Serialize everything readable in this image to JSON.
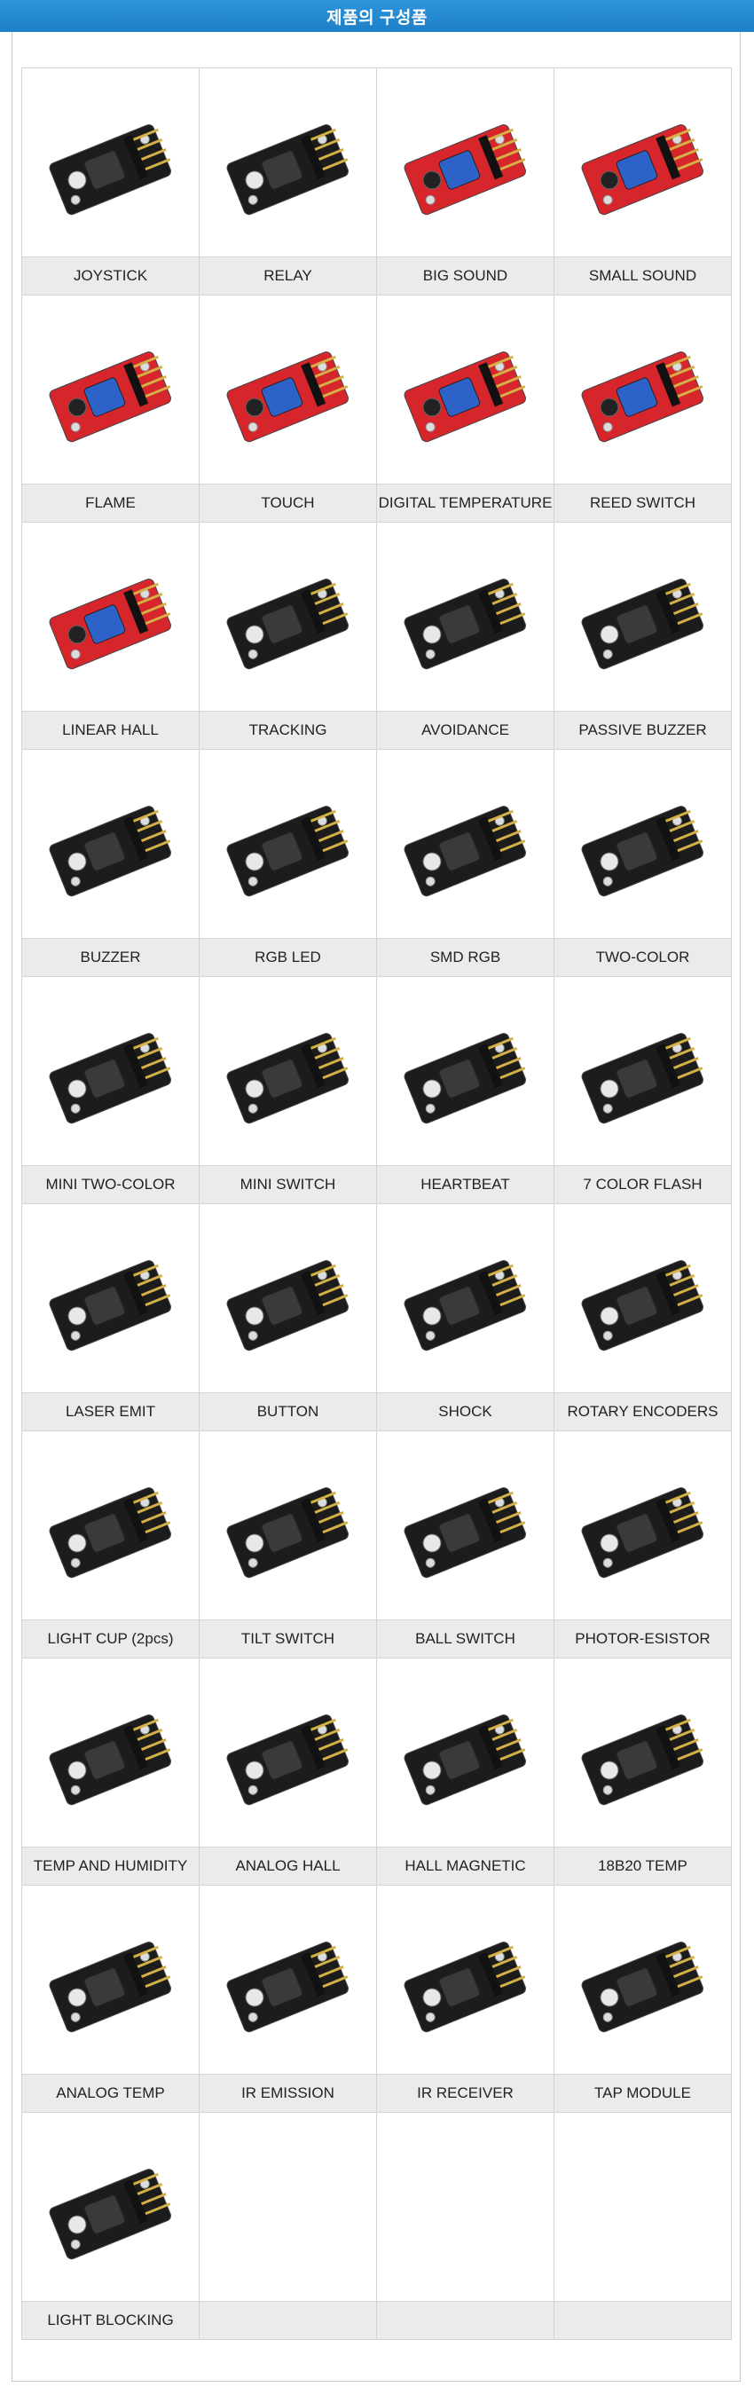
{
  "header": {
    "title": "제품의 구성품"
  },
  "colors": {
    "header": "#2389d3",
    "label_bg": "#ebebeb",
    "grid_line": "#d4d4d4",
    "pcb_red": "#d7262b",
    "pcb_black": "#1c1c1c"
  },
  "modules": [
    {
      "label": "JOYSTICK",
      "icon": "joystick-module-icon",
      "pcb": "black"
    },
    {
      "label": "RELAY",
      "icon": "relay-module-icon",
      "pcb": "black"
    },
    {
      "label": "BIG SOUND",
      "icon": "big-sound-sensor-icon",
      "pcb": "red"
    },
    {
      "label": "SMALL SOUND",
      "icon": "small-sound-sensor-icon",
      "pcb": "red"
    },
    {
      "label": "FLAME",
      "icon": "flame-sensor-icon",
      "pcb": "red"
    },
    {
      "label": "TOUCH",
      "icon": "touch-sensor-icon",
      "pcb": "red"
    },
    {
      "label": "DIGITAL TEMPERATURE",
      "icon": "digital-temperature-sensor-icon",
      "pcb": "red"
    },
    {
      "label": "REED SWITCH",
      "icon": "reed-switch-icon",
      "pcb": "red"
    },
    {
      "label": "LINEAR HALL",
      "icon": "linear-hall-sensor-icon",
      "pcb": "red"
    },
    {
      "label": "TRACKING",
      "icon": "tracking-sensor-icon",
      "pcb": "black"
    },
    {
      "label": "AVOIDANCE",
      "icon": "avoidance-sensor-icon",
      "pcb": "black"
    },
    {
      "label": "PASSIVE BUZZER",
      "icon": "passive-buzzer-icon",
      "pcb": "black"
    },
    {
      "label": "BUZZER",
      "icon": "buzzer-icon",
      "pcb": "black"
    },
    {
      "label": "RGB LED",
      "icon": "rgb-led-icon",
      "pcb": "black"
    },
    {
      "label": "SMD RGB",
      "icon": "smd-rgb-icon",
      "pcb": "black"
    },
    {
      "label": "TWO-COLOR",
      "icon": "two-color-led-icon",
      "pcb": "black"
    },
    {
      "label": "MINI TWO-COLOR",
      "icon": "mini-two-color-led-icon",
      "pcb": "black"
    },
    {
      "label": "MINI SWITCH",
      "icon": "mini-switch-icon",
      "pcb": "black"
    },
    {
      "label": "HEARTBEAT",
      "icon": "heartbeat-sensor-icon",
      "pcb": "black"
    },
    {
      "label": "7 COLOR FLASH",
      "icon": "seven-color-flash-icon",
      "pcb": "black"
    },
    {
      "label": "LASER EMIT",
      "icon": "laser-emitter-icon",
      "pcb": "black"
    },
    {
      "label": "BUTTON",
      "icon": "button-module-icon",
      "pcb": "black"
    },
    {
      "label": "SHOCK",
      "icon": "shock-sensor-icon",
      "pcb": "black"
    },
    {
      "label": "ROTARY ENCODERS",
      "icon": "rotary-encoder-icon",
      "pcb": "black"
    },
    {
      "label": "LIGHT CUP (2pcs)",
      "icon": "light-cup-icon",
      "pcb": "black"
    },
    {
      "label": "TILT SWITCH",
      "icon": "tilt-switch-icon",
      "pcb": "black"
    },
    {
      "label": "BALL SWITCH",
      "icon": "ball-switch-icon",
      "pcb": "black"
    },
    {
      "label": "PHOTOR-ESISTOR",
      "icon": "photoresistor-icon",
      "pcb": "black"
    },
    {
      "label": "TEMP AND HUMIDITY",
      "icon": "temp-humidity-sensor-icon",
      "pcb": "black"
    },
    {
      "label": "ANALOG HALL",
      "icon": "analog-hall-sensor-icon",
      "pcb": "black"
    },
    {
      "label": "HALL MAGNETIC",
      "icon": "hall-magnetic-sensor-icon",
      "pcb": "black"
    },
    {
      "label": "18B20 TEMP",
      "icon": "ds18b20-temp-sensor-icon",
      "pcb": "black"
    },
    {
      "label": "ANALOG TEMP",
      "icon": "analog-temp-sensor-icon",
      "pcb": "black"
    },
    {
      "label": "IR EMISSION",
      "icon": "ir-emission-icon",
      "pcb": "black"
    },
    {
      "label": "IR RECEIVER",
      "icon": "ir-receiver-icon",
      "pcb": "black"
    },
    {
      "label": "TAP MODULE",
      "icon": "tap-module-icon",
      "pcb": "black"
    },
    {
      "label": "LIGHT BLOCKING",
      "icon": "light-blocking-sensor-icon",
      "pcb": "black"
    },
    {
      "label": "",
      "icon": "",
      "pcb": ""
    },
    {
      "label": "",
      "icon": "",
      "pcb": ""
    },
    {
      "label": "",
      "icon": "",
      "pcb": ""
    }
  ]
}
